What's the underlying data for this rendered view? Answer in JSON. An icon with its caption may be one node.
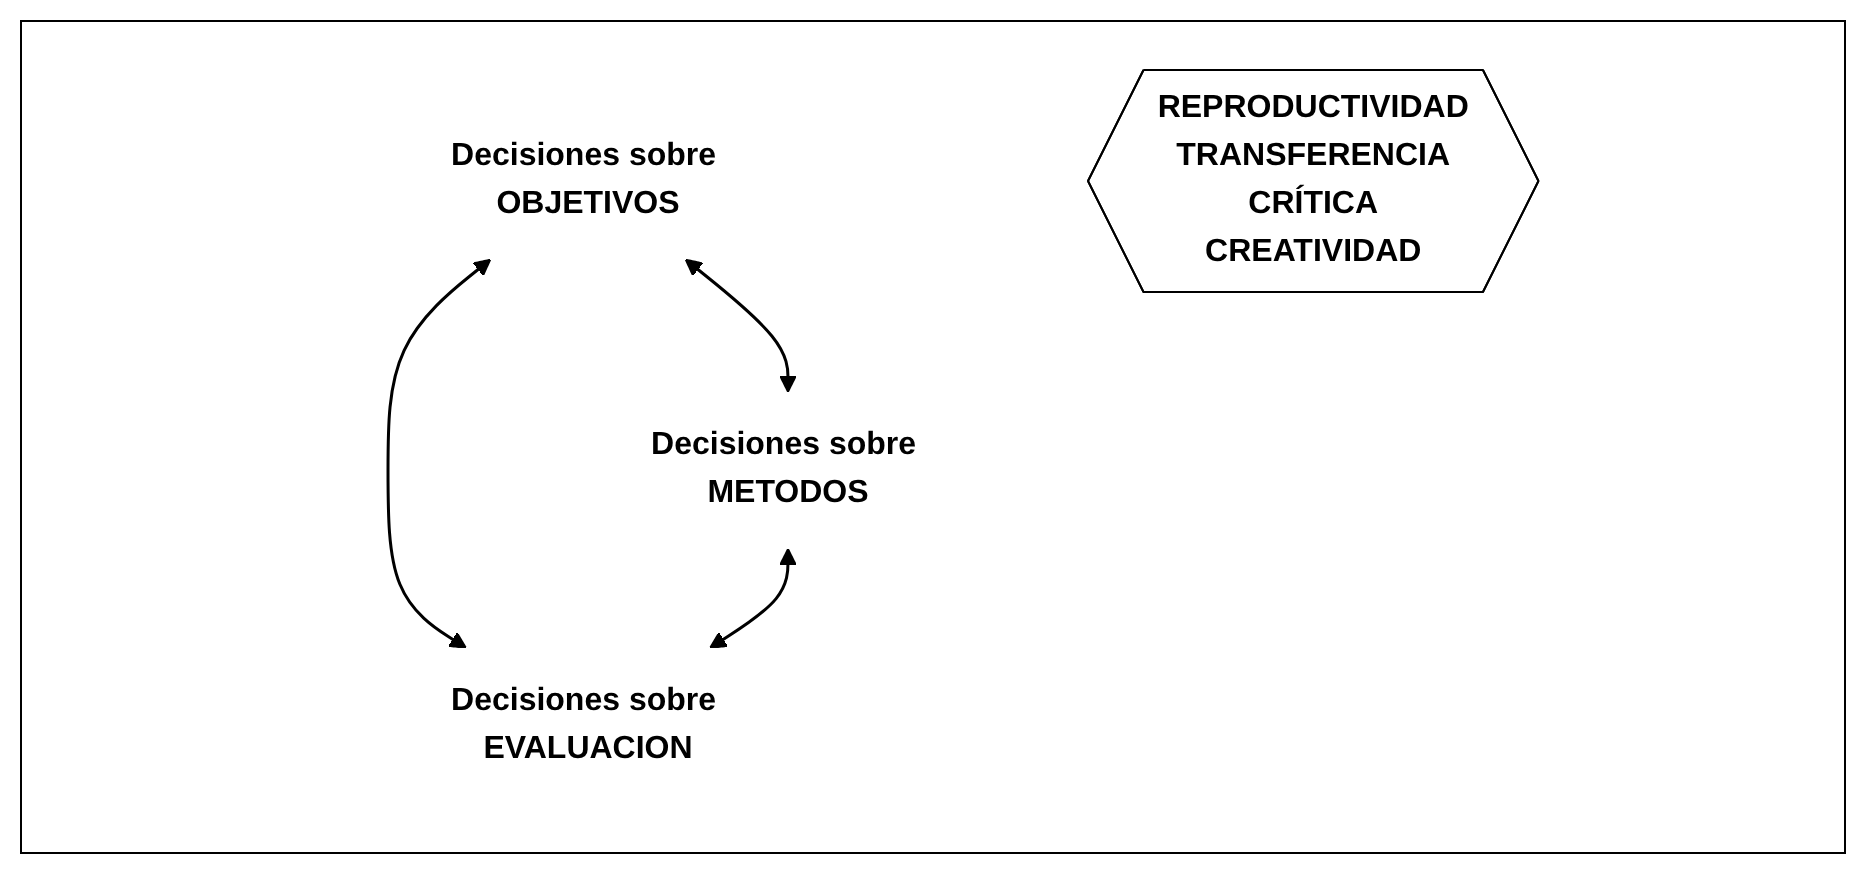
{
  "diagram": {
    "nodes": [
      {
        "text": [
          "Decisiones sobre OBJETIVOS"
        ]
      },
      {
        "text": [
          "REPRODUCTIVIDAD",
          "TRANSFERENCIA",
          "CRÍTICA",
          "CREATIVIDAD"
        ]
      },
      {
        "text": [
          "Decisiones sobre METODOS"
        ]
      },
      {
        "text": [
          "Decisiones sobre EVALUACION"
        ]
      }
    ],
    "edges": [
      {
        "from": 0,
        "to": 2,
        "arrow": "both"
      },
      {
        "from": 0,
        "to": 3,
        "arrow": "both"
      },
      {
        "from": 2,
        "to": 3,
        "arrow": "both"
      }
    ]
  }
}
